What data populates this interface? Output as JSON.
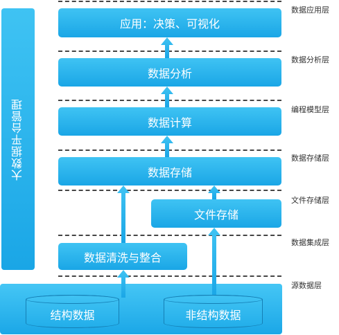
{
  "management": {
    "label": "大数据平台管理"
  },
  "boxes": {
    "application": "应用：决策、可视化",
    "analysis": "数据分析",
    "compute": "数据计算",
    "storage": "数据存储",
    "file_storage": "文件存储",
    "cleaning": "数据清洗与整合"
  },
  "sources": {
    "structured": "结构数据",
    "unstructured": "非结构数据"
  },
  "layers": {
    "application": "数据应用层",
    "analysis": "数据分析层",
    "modeling": "编程模型层",
    "storage": "数据存储层",
    "file_storage": "文件存储层",
    "integration": "数据集成层",
    "source": "源数据层"
  },
  "colors": {
    "box": "#1aa6e6",
    "box_light": "#3fc3f3",
    "dash": "#444444"
  }
}
